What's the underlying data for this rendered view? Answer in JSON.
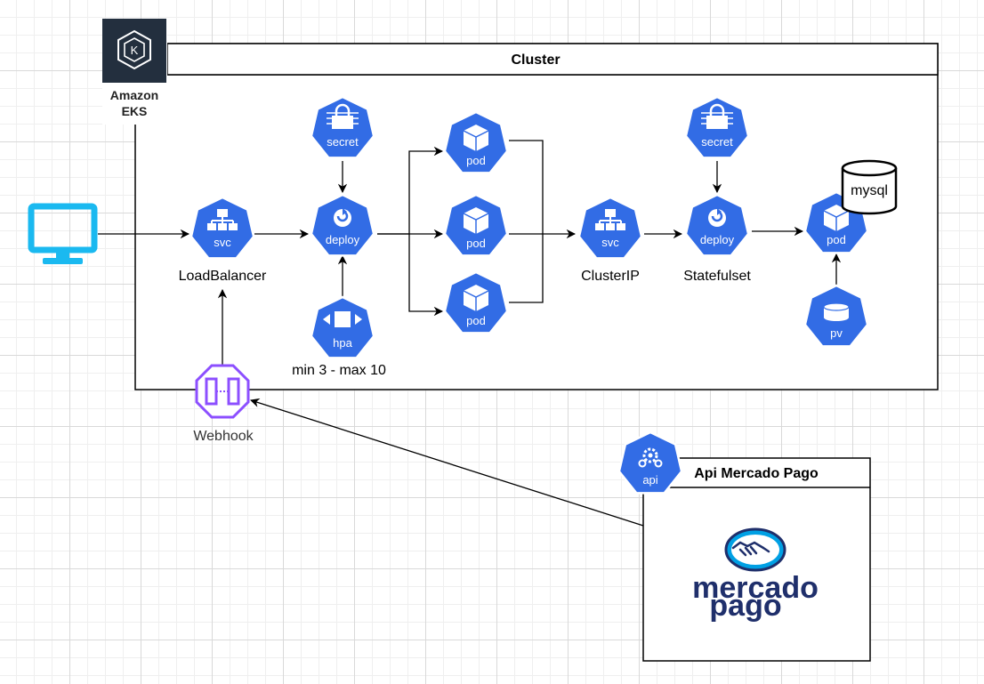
{
  "cluster": {
    "title": "Cluster"
  },
  "eks": {
    "label_line1": "Amazon",
    "label_line2": "EKS"
  },
  "nodes": {
    "svc_lb": {
      "icon_label": "svc",
      "caption": "LoadBalancer"
    },
    "secret_1": {
      "icon_label": "secret"
    },
    "deploy_1": {
      "icon_label": "deploy"
    },
    "hpa": {
      "icon_label": "hpa",
      "caption": "min 3 - max 10"
    },
    "pod_1": {
      "icon_label": "pod"
    },
    "pod_2": {
      "icon_label": "pod"
    },
    "pod_3": {
      "icon_label": "pod"
    },
    "svc_cluster": {
      "icon_label": "svc",
      "caption": "ClusterIP"
    },
    "secret_2": {
      "icon_label": "secret"
    },
    "deploy_2": {
      "icon_label": "deploy",
      "caption": "Statefulset"
    },
    "pod_db": {
      "icon_label": "pod"
    },
    "pv": {
      "icon_label": "pv"
    },
    "mysql": {
      "label": "mysql"
    },
    "webhook": {
      "caption": "Webhook"
    },
    "api": {
      "icon_label": "api"
    }
  },
  "api_box": {
    "title": "Api Mercado Pago"
  },
  "mercado_pago": {
    "line1": "mercado",
    "line2": "pago"
  },
  "colors": {
    "k8s_blue": "#326ce5",
    "monitor_cyan": "#1ab9f0",
    "eks_dark": "#232f3e",
    "webhook_purple": "#8c4fff",
    "mp_navy": "#1f2f6b",
    "mp_blue": "#00a0e4"
  }
}
